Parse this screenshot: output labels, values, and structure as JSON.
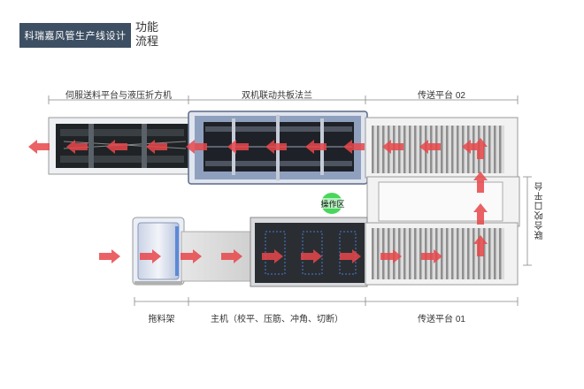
{
  "header": {
    "project_title": "科瑞嘉风管生产线设计",
    "section_line1": "功能",
    "section_line2": "流程"
  },
  "top_labels": {
    "feed": "伺服送料平台与液压折方机",
    "flange": "双机联动共板法兰",
    "conveyor2": "传送平台 02"
  },
  "bottom_labels": {
    "uncoiler": "拖料架",
    "main_machine": "主机（校平、压筋、冲角、切断）",
    "conveyor1": "传送平台 01"
  },
  "side_label": "联合咬口平台",
  "operation_zone": "操作区",
  "colors": {
    "arrow": "#e8474b",
    "badge": "#34d34a",
    "title_bg": "#3d4f63",
    "frame_blue": "#7c8fae"
  },
  "icons": [
    "flow-arrow-icon"
  ]
}
